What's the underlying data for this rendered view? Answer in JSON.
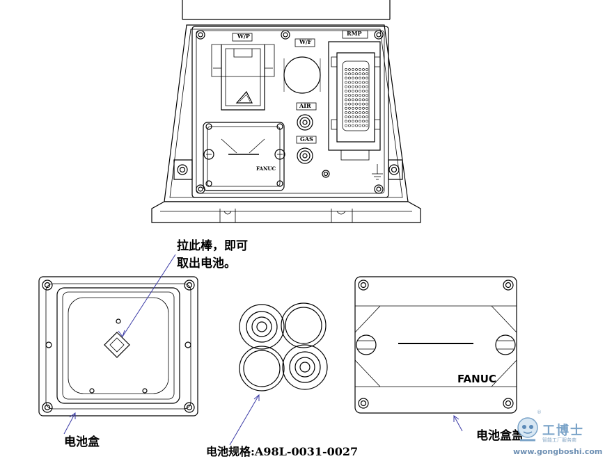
{
  "panel_labels": {
    "wp": "W/P",
    "wf": "W/F",
    "rmp": "RMP",
    "air": "AIR",
    "gas": "GAS",
    "fanuc_small": "FANUC"
  },
  "callouts": {
    "pull_line1": "拉此棒，即可",
    "pull_line2": "取出电池。",
    "battery_box": "电池盒",
    "battery_spec": "电池规格:A98L-0031-0027",
    "battery_box_cover": "电池盒盖",
    "fanuc": "FANUC"
  },
  "watermark": {
    "name": "工博士",
    "subtitle": "智能工厂服务商",
    "url": "www.gongboshi.com",
    "registered": "®"
  }
}
